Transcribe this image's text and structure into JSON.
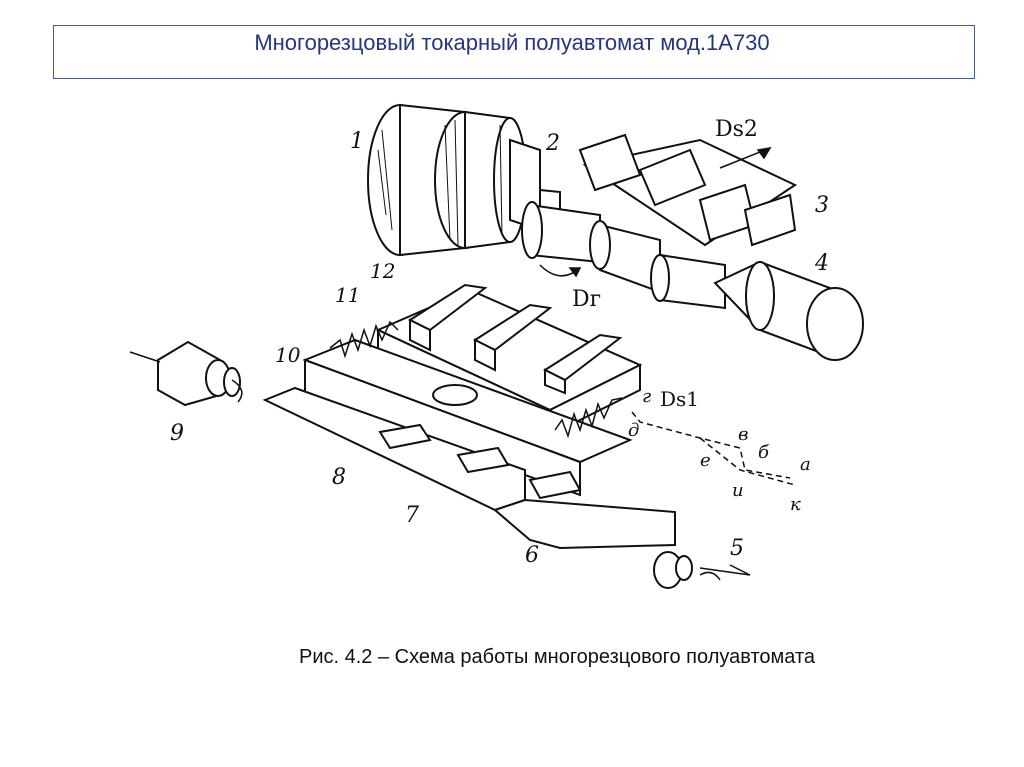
{
  "header": {
    "title": "Многорезцовый токарный  полуавтомат мод.1А730"
  },
  "figure": {
    "labels": {
      "l1": "1",
      "l2": "2",
      "l3": "3",
      "l4": "4",
      "l5": "5",
      "l6": "6",
      "l7": "7",
      "l8": "8",
      "l9": "9",
      "l10": "10",
      "l11": "11",
      "l12": "12",
      "ds2": "Ds2",
      "dg": "Dг",
      "ds1": "Ds1",
      "a": "а",
      "b": "б",
      "v": "в",
      "g": "г",
      "d": "д",
      "e": "е",
      "i": "и",
      "k": "к"
    }
  },
  "caption": "Рис. 4.2 – Схема работы многорезцового полуавтомата",
  "colors": {
    "title": "#243682",
    "frame": "#4a5a8c",
    "ink": "#111111"
  }
}
